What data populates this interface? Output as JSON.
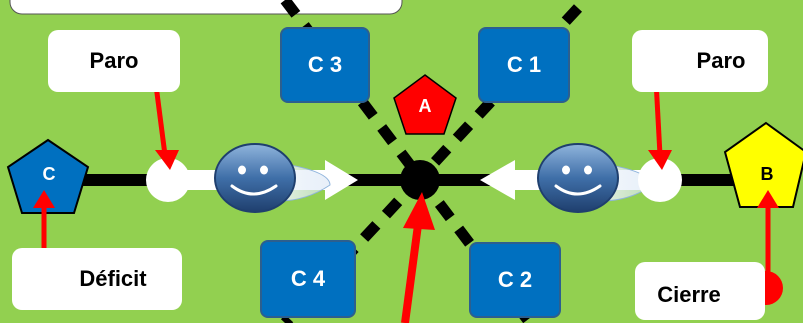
{
  "colors": {
    "background": "#92d050",
    "red": "#ff0000",
    "blue": "#0070c0",
    "yellow": "#ffff00",
    "black": "#000000",
    "white": "#ffffff"
  },
  "nodes": {
    "a": "A",
    "b": "B",
    "c": "C"
  },
  "boxes": {
    "c1": "C 1",
    "c2": "C 2",
    "c3": "C 3",
    "c4": "C 4"
  },
  "labels": {
    "paro_left": "Paro",
    "paro_right": "Paro",
    "deficit": "Déficit",
    "cierre": "Cierre"
  },
  "icons": [
    "smiley-face-icon",
    "arrow-icon",
    "pentagon-icon",
    "pin-icon"
  ]
}
